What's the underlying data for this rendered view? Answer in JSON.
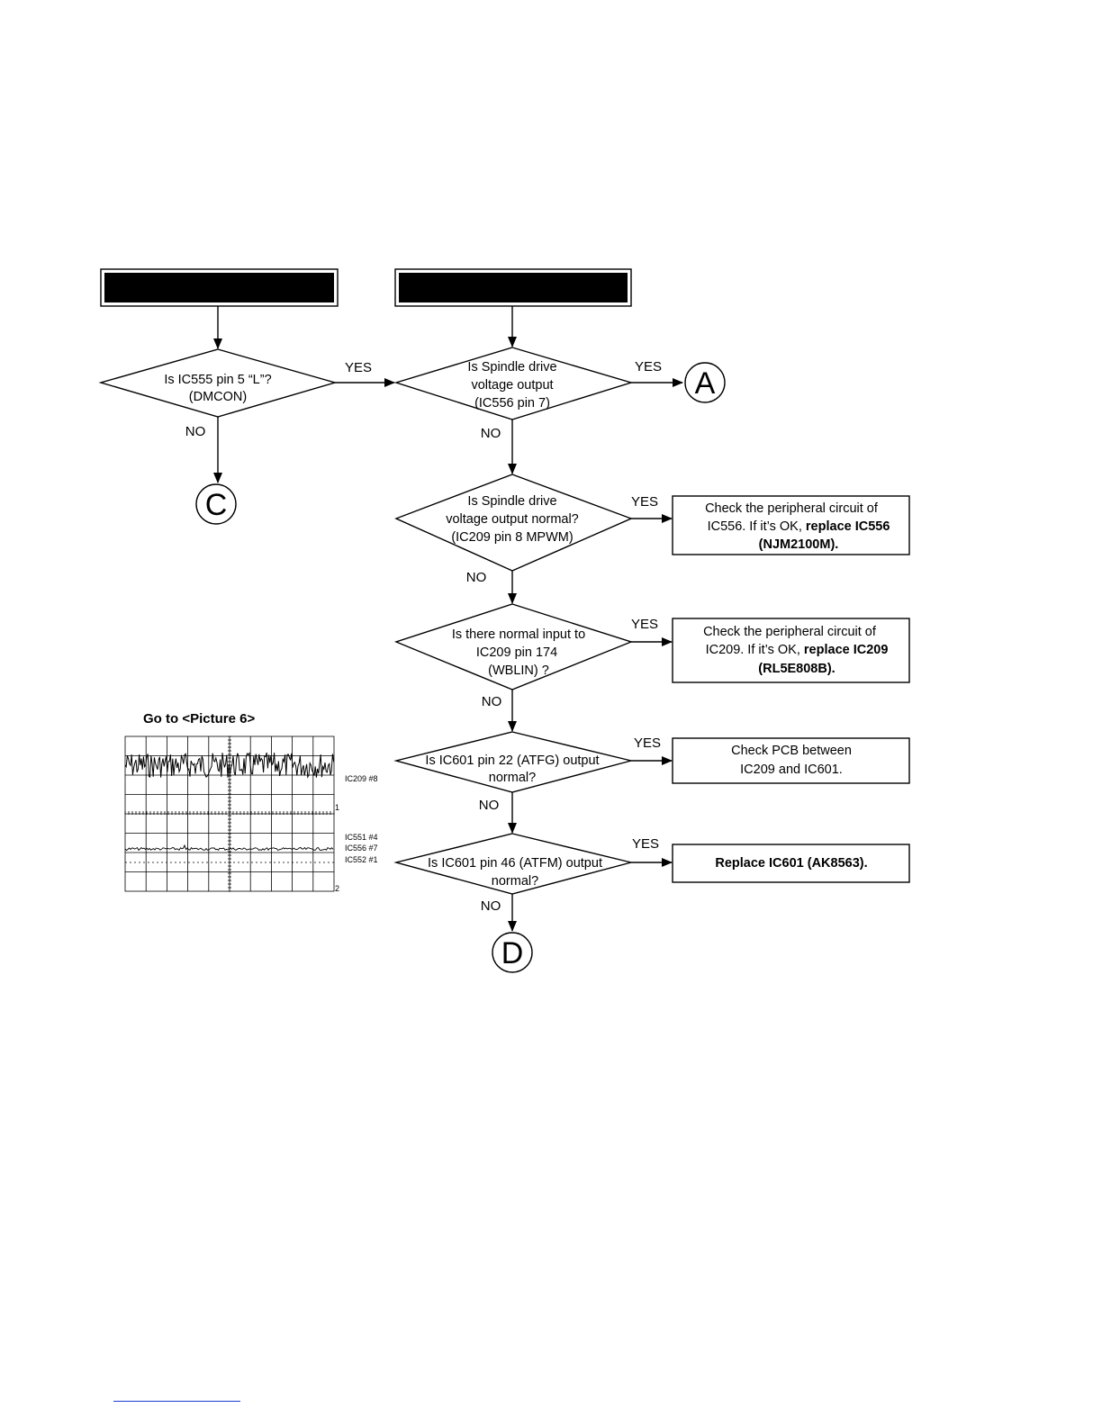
{
  "headers": [
    "",
    ""
  ],
  "diamonds": {
    "d0": [
      "Is IC555 pin 5 “L”?",
      "(DMCON)"
    ],
    "d1": [
      "Is Spindle drive",
      "voltage output",
      "(IC556 pin 7)"
    ],
    "d2": [
      "Is Spindle drive",
      "voltage output normal?",
      "(IC209 pin 8  MPWM)"
    ],
    "d3": [
      "Is there normal input to",
      "IC209 pin 174",
      "(WBLIN) ?"
    ],
    "d4": [
      "Is IC601 pin 22 (ATFG) output",
      "normal?"
    ],
    "d5": [
      "Is IC601 pin 46 (ATFM) output",
      "normal?"
    ]
  },
  "boxes": {
    "b1": {
      "l1": "Check the peripheral circuit of",
      "l2_normal": "IC556. If it’s OK, ",
      "l2_bold": "replace IC556",
      "l3": "(NJM2100M)."
    },
    "b2": {
      "l1": "Check the peripheral circuit of",
      "l2_normal": "IC209. If it’s OK, ",
      "l2_bold": "replace IC209",
      "l3": "(RL5E808B)."
    },
    "b3": [
      "Check PCB between",
      "IC209 and IC601."
    ],
    "b4": "Replace IC601 (AK8563)."
  },
  "edge_labels": {
    "yes": "YES",
    "no": "NO"
  },
  "connectors": {
    "a": "A",
    "c": "C",
    "d": "D"
  },
  "scope": {
    "title": "Go to <Picture 6>",
    "ch1": "IC209 #8",
    "ch2": [
      "IC551 #4",
      "IC556 #7",
      "IC552 #1"
    ],
    "marker1": "1",
    "marker2": "2"
  }
}
